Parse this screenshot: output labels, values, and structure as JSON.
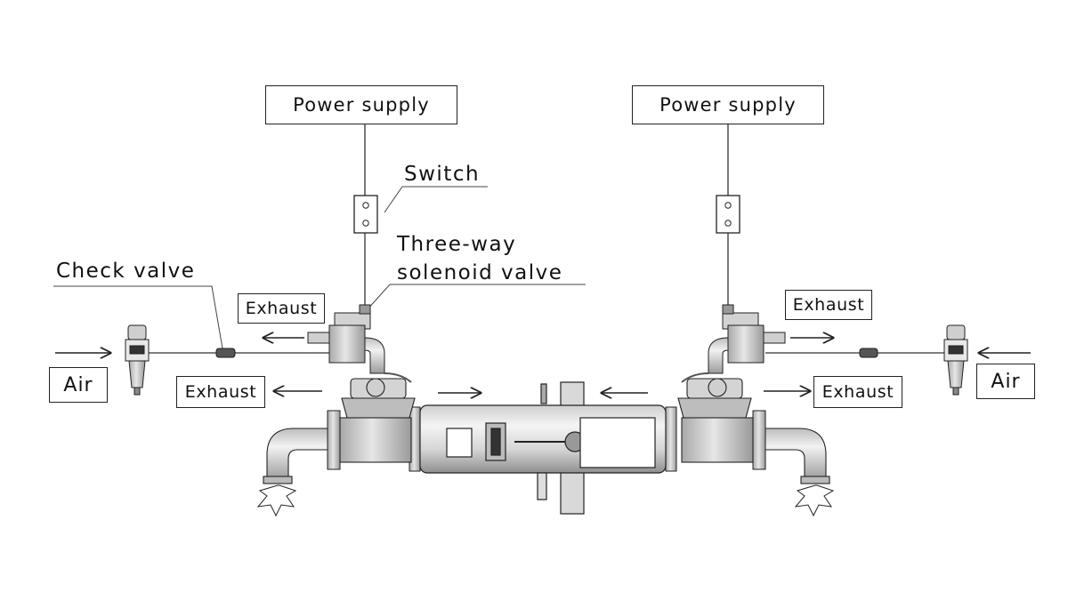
{
  "labels": {
    "power_supply_left": "Power supply",
    "power_supply_right": "Power supply",
    "switch": "Switch",
    "solenoid_line1": "Three-way",
    "solenoid_line2": "solenoid valve",
    "check_valve": "Check valve",
    "exhaust_solenoid_left": "Exhaust",
    "exhaust_solenoid_right": "Exhaust",
    "exhaust_valve_left": "Exhaust",
    "exhaust_valve_right": "Exhaust",
    "air_left": "Air",
    "air_right": "Air"
  },
  "colors": {
    "line": "#222222",
    "metal_light": "#e4e4e4",
    "metal_mid": "#bdbdbd",
    "metal_dark": "#8a8a8a"
  },
  "icons": {
    "switch": "switch-icon",
    "solenoid_valve": "solenoid-valve-icon",
    "check_valve": "check-valve-icon",
    "regulator": "filter-regulator-icon",
    "diaphragm_valve": "diaphragm-valve-icon",
    "cylinder": "cylinder-icon",
    "nozzle": "nozzle-icon"
  }
}
